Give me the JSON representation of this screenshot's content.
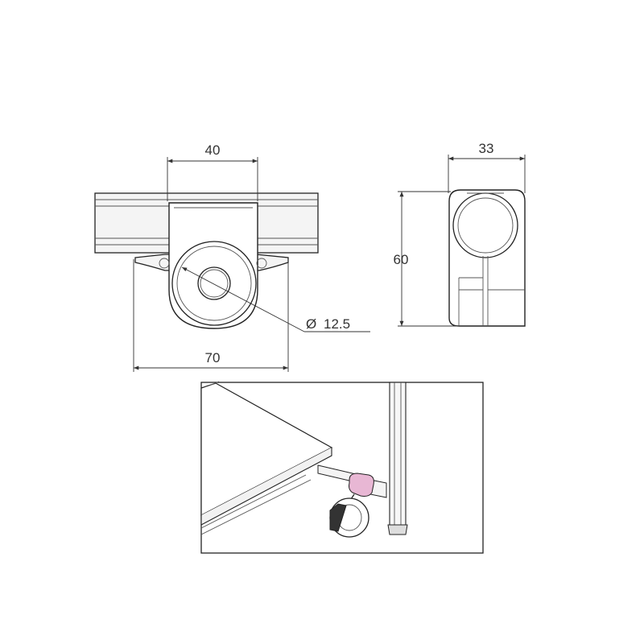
{
  "dimensions": {
    "width_top": "40",
    "width_bottom": "70",
    "depth": "33",
    "height": "60",
    "hole_symbol": "Ø",
    "hole_diameter": "12.5"
  },
  "colors": {
    "connector_highlight": "#e8b7d4",
    "line": "#222222"
  }
}
